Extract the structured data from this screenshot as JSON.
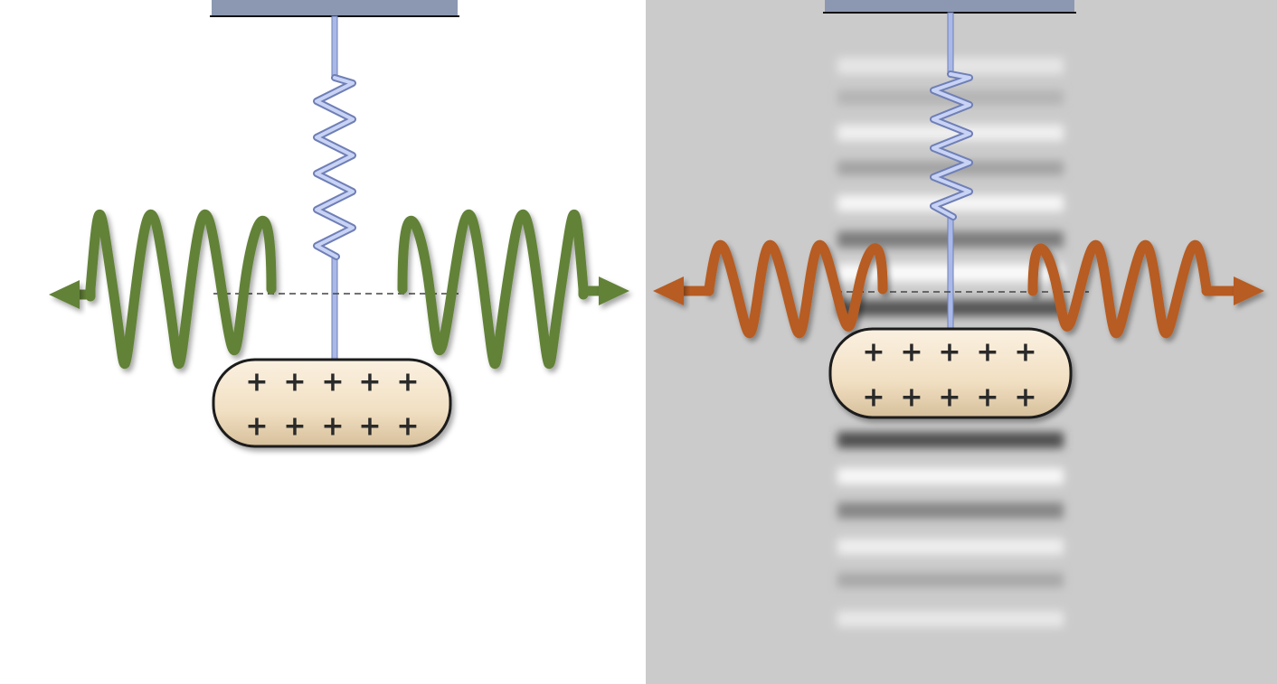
{
  "colors": {
    "left_panel_bg": "#ffffff",
    "right_panel_bg": "#cbcbcb",
    "ceiling_mount": "#8c98b2",
    "spring": "#a9b8e6",
    "spring_outline": "#6f7fb6",
    "charge_block_fill": "#f1dfc2",
    "charge_block_outline": "#1a1a1a",
    "left_wave": "#628237",
    "right_wave": "#b75c22",
    "dashed_line": "#444444"
  },
  "left_panel": {
    "wave_color_name": "green",
    "charge_rows": [
      [
        "+",
        "+",
        "+",
        "+",
        "+"
      ],
      [
        "+",
        "+",
        "+",
        "+",
        "+"
      ]
    ]
  },
  "right_panel": {
    "wave_color_name": "orange",
    "background_pattern": "blurred horizontal interference fringes",
    "charge_rows": [
      [
        "+",
        "+",
        "+",
        "+",
        "+"
      ],
      [
        "+",
        "+",
        "+",
        "+",
        "+"
      ]
    ]
  },
  "icons": [
    "spring-icon",
    "ceiling-mount-icon",
    "wave-arrow-icon",
    "positive-charge-icon"
  ]
}
